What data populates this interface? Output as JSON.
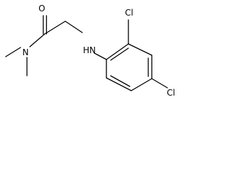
{
  "molecule": {
    "atoms": {
      "carbonyl_oxygen": "O",
      "amide_nitrogen": "N",
      "amine_nitrogen": "HN",
      "chlorine_top": "Cl",
      "chlorine_bottom": "Cl"
    }
  },
  "colors": {
    "bond": "#000000",
    "label": "#000000",
    "background": "#ffffff"
  }
}
